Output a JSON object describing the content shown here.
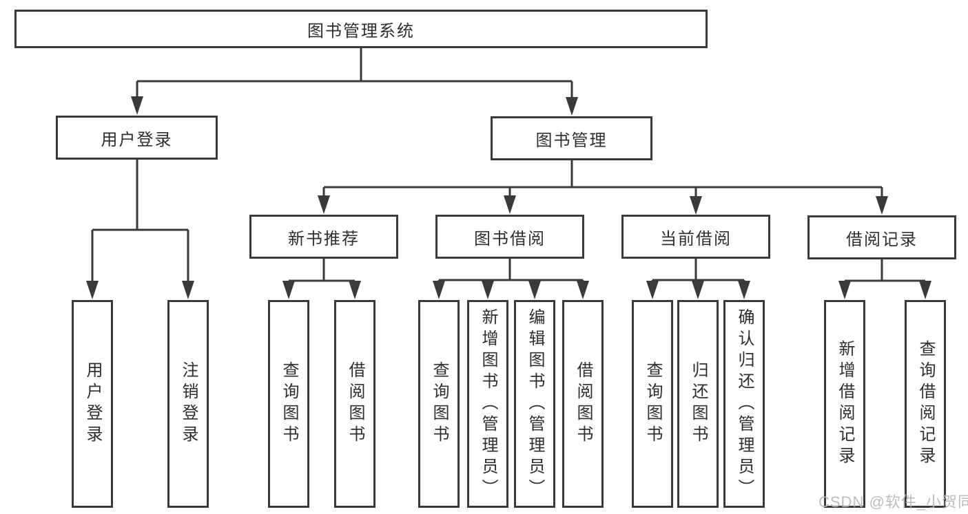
{
  "colors": {
    "line": "#3a3a3a",
    "text": "#2e2e2e",
    "background": "#ffffff",
    "watermark": "#b5b5b5"
  },
  "diagram": {
    "title": "图书管理系统",
    "level2": [
      {
        "label": "用户登录",
        "children": [
          {
            "label": "用户登录"
          },
          {
            "label": "注销登录"
          }
        ]
      },
      {
        "label": "图书管理",
        "groups": [
          {
            "label": "新书推荐",
            "children": [
              {
                "label": "查询图书"
              },
              {
                "label": "借阅图书"
              }
            ]
          },
          {
            "label": "图书借阅",
            "children": [
              {
                "label": "查询图书"
              },
              {
                "label": "新增图书（管理员）"
              },
              {
                "label": "编辑图书（管理员）"
              },
              {
                "label": "借阅图书"
              }
            ]
          },
          {
            "label": "当前借阅",
            "children": [
              {
                "label": "查询图书"
              },
              {
                "label": "归还图书"
              },
              {
                "label": "确认归还（管理员）"
              }
            ]
          },
          {
            "label": "借阅记录",
            "children": [
              {
                "label": "新增借阅记录"
              },
              {
                "label": "查询借阅记录"
              }
            ]
          }
        ]
      }
    ],
    "watermark": "CSDN @软件_小贺同学"
  }
}
